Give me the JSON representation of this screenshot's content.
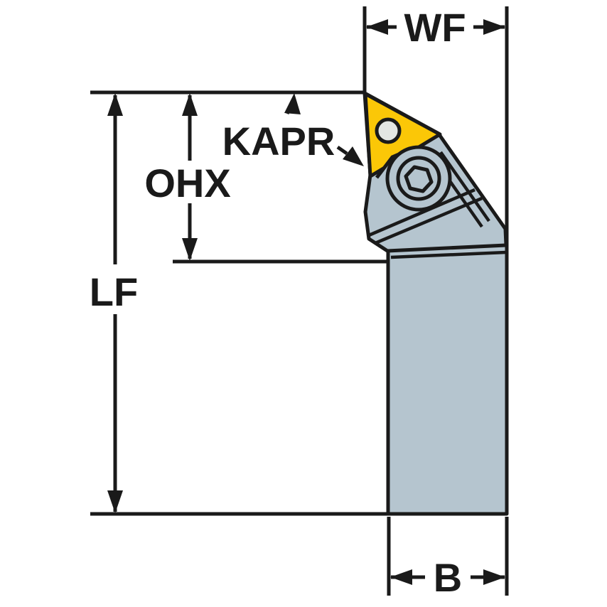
{
  "labels": {
    "wf": "WF",
    "kapr": "KAPR",
    "ohx": "OHX",
    "lf": "LF",
    "b": "B"
  },
  "colors": {
    "background": "#FFFFFF",
    "line": "#1A1A1A",
    "insert": "#FBC707",
    "body": "#B5C5CF",
    "hole": "#E3E6E3"
  }
}
